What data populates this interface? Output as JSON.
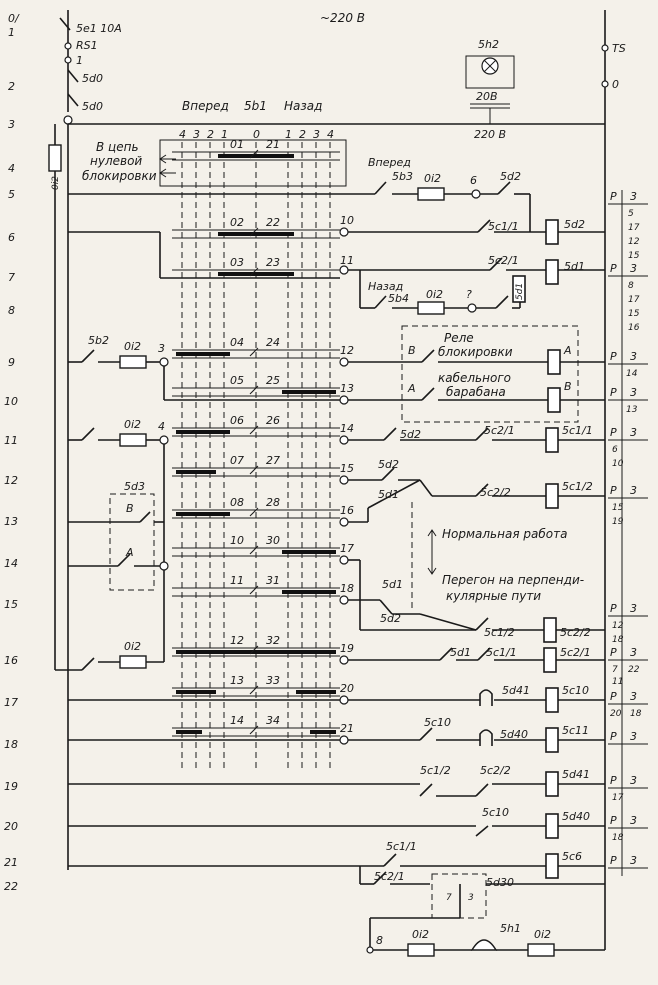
{
  "header": {
    "voltage_top": "~220 В",
    "label_5e1": "5e1 10А",
    "label_rs1": "RS1",
    "label_rs1_num": "1",
    "label_5d0_a": "5d0",
    "label_5d0_b": "5d0",
    "label_ts": "TS",
    "label_ts_num": "0",
    "lamp": "5h2",
    "lamp_v": "20В",
    "transformer_v": "220 В",
    "fuse_4": "0i2"
  },
  "line_numbers": [
    "0/",
    "1",
    "2",
    "3",
    "4",
    "5",
    "6",
    "7",
    "8",
    "9",
    "10",
    "11",
    "12",
    "13",
    "14",
    "15",
    "16",
    "17",
    "18",
    "19",
    "20",
    "21",
    "22"
  ],
  "controller": {
    "forward": "Вперед",
    "name": "5b1",
    "back": "Назад",
    "positions": [
      "4",
      "3",
      "2",
      "1",
      "0",
      "1",
      "2",
      "3",
      "4"
    ],
    "interlock_lines": [
      "В цепь",
      "нулевой",
      "блокировки"
    ],
    "contacts_left": [
      "01",
      "02",
      "03",
      "04",
      "05",
      "06",
      "07",
      "08",
      "10",
      "11",
      "12",
      "13",
      "14"
    ],
    "contacts_right": [
      "21",
      "22",
      "23",
      "24",
      "25",
      "26",
      "27",
      "28",
      "30",
      "31",
      "32",
      "33",
      "34"
    ]
  },
  "circuit": {
    "forward_switch": "Вперед",
    "switch_5b3": "5b3",
    "back_switch": "Назад",
    "switch_5b4": "5b4",
    "fuse": "0i2",
    "node6": "6",
    "node7": "?",
    "node3": "3",
    "node4": "4",
    "switch_5b2": "5b2",
    "wire_nums": [
      "10",
      "11",
      "12",
      "13",
      "14",
      "15",
      "16",
      "17",
      "18",
      "19",
      "20",
      "21"
    ],
    "contact_5d2_a": "5d2",
    "contact_5d2_b": "5d2",
    "contact_5d2_c": "5d2",
    "contact_5d1_a": "5d1",
    "contact_5d1_b": "5d1",
    "contact_5d1_c": "5d1",
    "contact_5d1_d": "5d1",
    "contact_5c1_1": "5c1/1",
    "contact_5c2_1": "5c2/1",
    "contact_5c2_1b": "5c2/1",
    "contact_5c2_2": "5c2/2",
    "contact_5c1_2": "5c1/2",
    "contact_5c1_1b": "5c1/1",
    "contact_5d41": "5d41",
    "contact_5d40": "5d40",
    "contact_5c10": "5c10",
    "contact_5c10b": "5c10",
    "contact_5c1_2b": "5c1/2",
    "contact_5c2_2b": "5c2/2",
    "contact_5c1_1c": "5c1/1",
    "contact_5c2_1c": "5c2/1",
    "box_5d3": "5d3",
    "box_B": "В",
    "box_A": "А",
    "relay_title": [
      "Реле",
      "блокировки",
      "кабельного",
      "барабана"
    ],
    "relay_B": "В",
    "relay_A": "А",
    "relay_A2": "А",
    "relay_B2": "В",
    "mode_normal": "Нормальная работа",
    "mode_cross": [
      "Перегон на перпенди-",
      "кулярные пути"
    ],
    "timer": "5d30",
    "timer_7": "7",
    "timer_3": "3",
    "horn": "5h1",
    "horn_node": "8",
    "fuse_bottom_a": "0i2",
    "fuse_bottom_b": "0i2"
  },
  "coils": [
    "5d2",
    "5d1",
    "А",
    "В",
    "5c1/1",
    "5c1/2",
    "5c2/2",
    "5c2/1",
    "5c10",
    "5c11",
    "5d41",
    "5d40",
    "5c6"
  ],
  "refs": {
    "P": "P",
    "r6": "3",
    "r6n": [
      "5",
      "17",
      "12",
      "15"
    ],
    "r7": "3",
    "r7n": [
      "8",
      "17",
      "15",
      "16"
    ],
    "r9": "3",
    "r9n": "14",
    "r10": "3",
    "r10n": "13",
    "r11": "3",
    "r11n": [
      "6",
      "10"
    ],
    "r12": "3",
    "r12n": [
      "15",
      "19"
    ],
    "r15": "3",
    "r15n": [
      "12",
      "18"
    ],
    "r16": "3",
    "r16n": [
      "7",
      "22",
      "11"
    ],
    "r17": "3",
    "r17n": [
      "20",
      "18"
    ],
    "r18": "3",
    "r19": "3",
    "r19n": "17",
    "r20": "3",
    "r20n": "18",
    "r21": "3"
  }
}
